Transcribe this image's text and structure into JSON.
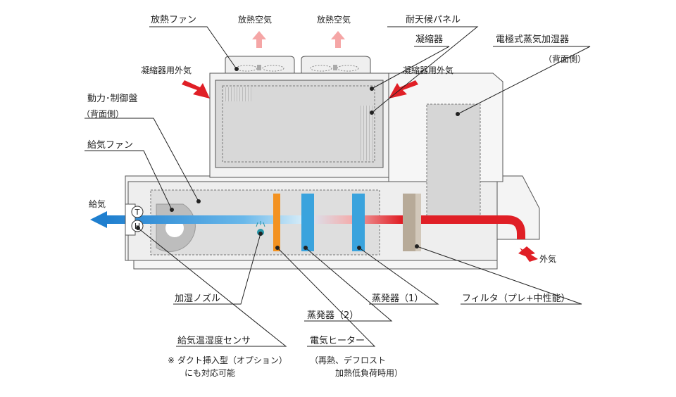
{
  "labels": {
    "exhaust_fan": "放熱ファン",
    "exhaust_air_1": "放熱空気",
    "exhaust_air_2": "放熱空気",
    "weather_panel": "耐天候パネル",
    "condenser": "凝縮器",
    "condenser_outdoor_air_left": "凝縮器用外気",
    "condenser_outdoor_air_right": "凝縮器用外気",
    "steam_humidifier": "電極式蒸気加湿器",
    "steam_humidifier_note": "（背面側）",
    "power_panel": "動力･制御盤",
    "power_panel_note": "（背面側）",
    "supply_fan": "給気ファン",
    "supply_air": "給気",
    "outdoor_air": "外気",
    "humidifier_nozzle": "加湿ノズル",
    "evaporator_1": "蒸発器（1）",
    "evaporator_2": "蒸発器（2）",
    "filter": "フィルタ（プレ+中性能）",
    "sensor": "給気温湿度センサ",
    "sensor_note_1": "※ ダクト挿入型（オプション）",
    "sensor_note_2": "にも対応可能",
    "electric_heater": "電気ヒーター",
    "heater_note_1": "（再熱、デフロスト",
    "heater_note_2": "加熱低負荷時用）",
    "temp_symbol": "T",
    "humidity_symbol": "H"
  },
  "colors": {
    "outline": "#555555",
    "casing_fill": "#f2f2f2",
    "panel_fill": "#d9d9d9",
    "airflow_blue": "#1f7fcf",
    "airflow_red": "#e01f26",
    "heater": "#f39221",
    "evaporator": "#3aa3dd",
    "filter": "#b7aa98",
    "exhaust_arrow": "#f5a6a6",
    "nozzle": "#2596a8"
  }
}
